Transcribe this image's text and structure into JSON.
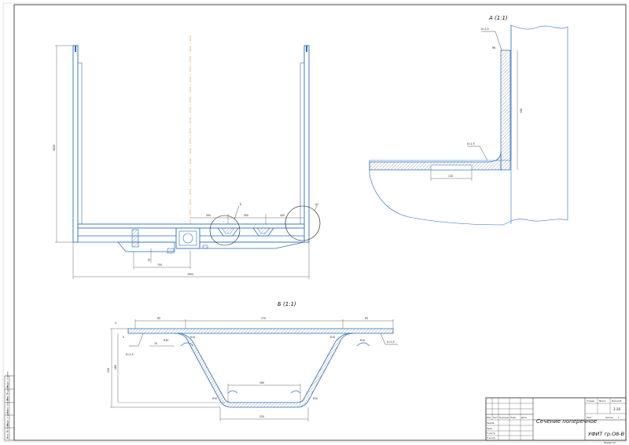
{
  "drawing": {
    "view_a_label": "А (1:1)",
    "view_b_label": "Б (1:1)",
    "callout_b": "Б",
    "callout_a": "А",
    "main_dims": {
      "height": "2630",
      "width": "1900",
      "dim_750": "750",
      "dim_70": "70",
      "dim_500a": "500",
      "dim_500b": "500",
      "dim_440": "440"
    },
    "view_a_dims": {
      "weld_top": "δ=2,5",
      "weld_bottom": "δ=2,5",
      "r": "R6",
      "vertical": "150",
      "horizontal": "110"
    },
    "view_b_dims": {
      "top_left": "65",
      "top_mid": "270",
      "top_right": "65",
      "inner_bottom": "180",
      "bottom": "220",
      "h1": "150",
      "h2": "160",
      "t1": "3",
      "t2": "5",
      "r1": "R10",
      "r2": "R10",
      "r3": "R10",
      "r4": "R10",
      "r5": "R10",
      "r6": "R10",
      "weld_left": "δ=2,5",
      "weld_right": "δ=2,5",
      "d10": "10"
    }
  },
  "title_block": {
    "title": "Сечение поперечное",
    "scale": "1:10",
    "sheet": "Лист",
    "sheets": "Листов",
    "sheets_value": "1",
    "org": "УФИТ гр.О8-В",
    "format": "Формат  А4",
    "stage_hdr": "Стадия",
    "mass_hdr": "Масса",
    "scale_hdr": "Масштаб",
    "col_izm": "Изм",
    "col_list": "Лист",
    "col_doc": "№ докум.",
    "col_sign": "Подп.",
    "col_date": "Дата",
    "row_dev": "Разраб.",
    "row_check": "Пров.",
    "row_tcontr": "Т.контр.",
    "row_ncontr": "Н.контр.",
    "row_approve": "Утв."
  },
  "side_strip": {
    "cells": [
      "Инв. № подл.",
      "Подп. и дата",
      "Взам. инв. №",
      "Инв. № дубл.",
      "Подп. и дата"
    ]
  }
}
